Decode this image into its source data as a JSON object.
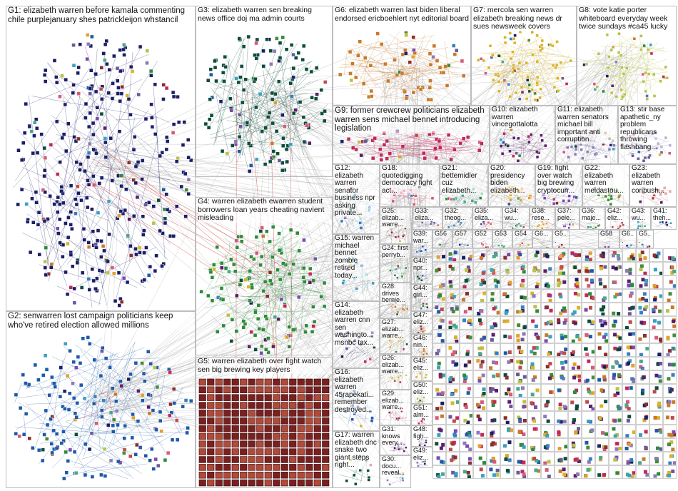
{
  "title": "",
  "accent_colors": {
    "G1": "#1b1f66",
    "G2": "#1e5aa8",
    "G3": "#0d4d3b",
    "G4": "#2e8b3a",
    "G5": "#8a2e2e",
    "G6": "#c87a2a",
    "G7": "#d8b42a",
    "G8": "#b9c24a",
    "G9": "#c2285a",
    "G10": "#5a1f6a",
    "G11": "#8c7ab8",
    "G13": "#6a5a9a",
    "edge": "#9a9a9a",
    "edge_red": "#d64040"
  },
  "groups": [
    {
      "id": "G1",
      "label": "G1: elizabeth warren before kamala commenting chile purplejanuary shes patrickleijon whstancil",
      "nodes": 340
    },
    {
      "id": "G2",
      "label": "G2: senwarren lost campaign politicians keep who've retired election allowed millions",
      "nodes": 170
    },
    {
      "id": "G3",
      "label": "G3: elizabeth warren sen breaking news office doj ma admin courts",
      "nodes": 140
    },
    {
      "id": "G4",
      "label": "G4: warren elizabeth ewarren student borrowers loan years cheating navient misleading",
      "nodes": 130
    },
    {
      "id": "G5",
      "label": "G5: warren elizabeth over fight watch sen big brewing key players",
      "nodes": 240
    },
    {
      "id": "G6",
      "label": "G6: elizabeth warren last biden liberal endorsed ericboehlert nyt editorial board",
      "nodes": 60
    },
    {
      "id": "G7",
      "label": "G7: mercola sen warren elizabeth breaking news dr sues newsweek covers",
      "nodes": 80
    },
    {
      "id": "G8",
      "label": "G8: vote katie porter whiteboard everyday week twice sundays #ca45 lucky",
      "nodes": 50
    },
    {
      "id": "G9",
      "label": "G9: former crewcrew politicians elizabeth warren sens michael bennet introducing legislation",
      "nodes": 45
    },
    {
      "id": "G10",
      "label": "G10: elizabeth warren vincegottalotta",
      "nodes": 25
    },
    {
      "id": "G11",
      "label": "G11: elizabeth warren senators michael bill important anti corruption...",
      "nodes": 30
    },
    {
      "id": "G13",
      "label": "G13: stir base apathetic_ny problem republicans throwing flashbang...",
      "nodes": 25
    },
    {
      "id": "G12",
      "label": "G12: elizabeth warren senator business npr asking private...",
      "nodes": 14
    },
    {
      "id": "G18",
      "label": "G18: quotedigging democracy fight act...",
      "nodes": 14
    },
    {
      "id": "G21",
      "label": "G21: bettemidler cuz elizabeth...",
      "nodes": 14
    },
    {
      "id": "G20",
      "label": "G20: presidency biden elizabeth...",
      "nodes": 14
    },
    {
      "id": "G19",
      "label": "G19: fight over watch big brewing cryptocurr...",
      "nodes": 14
    },
    {
      "id": "G22",
      "label": "G22: elizabeth warren meidastou...",
      "nodes": 12
    },
    {
      "id": "G23",
      "label": "G23: elizabeth warren coribush...",
      "nodes": 12
    },
    {
      "id": "G15",
      "label": "G15: warren michael bennet zombie retired today...",
      "nodes": 12
    },
    {
      "id": "G14",
      "label": "G14: elizabeth warren cnn sen washingto... msnbc tax...",
      "nodes": 12
    },
    {
      "id": "G16",
      "label": "G16: elizabeth warren 45rapekati... remember destroyed...",
      "nodes": 12
    },
    {
      "id": "G17",
      "label": "G17: warren elizabeth dnc snake two giant steps right...",
      "nodes": 12
    },
    {
      "id": "G24",
      "label": "G24: first perryb...",
      "nodes": 8
    },
    {
      "id": "G25",
      "label": "G25: elizab... warre...",
      "nodes": 8
    },
    {
      "id": "G28",
      "label": "G28: drives bernie...",
      "nodes": 8
    },
    {
      "id": "G27",
      "label": "G27: elizab... warre...",
      "nodes": 8
    },
    {
      "id": "G26",
      "label": "G26: elizab... warre...",
      "nodes": 8
    },
    {
      "id": "G29",
      "label": "G29: elizab... warre...",
      "nodes": 8
    },
    {
      "id": "G31",
      "label": "G31: knows every...",
      "nodes": 8
    },
    {
      "id": "G30",
      "label": "G30: docu... reveal...",
      "nodes": 8
    },
    {
      "id": "G33",
      "label": "G33: eliza...",
      "nodes": 6
    },
    {
      "id": "G32",
      "label": "G32: theog...",
      "nodes": 6
    },
    {
      "id": "G35",
      "label": "G35: eliza...",
      "nodes": 6
    },
    {
      "id": "G34",
      "label": "G34: wu...",
      "nodes": 6
    },
    {
      "id": "G38",
      "label": "G38: rese...",
      "nodes": 6
    },
    {
      "id": "G37",
      "label": "G37: pele...",
      "nodes": 6
    },
    {
      "id": "G36",
      "label": "G36: maje...",
      "nodes": 6
    },
    {
      "id": "G42",
      "label": "G42: eliz...",
      "nodes": 6
    },
    {
      "id": "G43",
      "label": "G43: wu...",
      "nodes": 6
    },
    {
      "id": "G41",
      "label": "G41: theh...",
      "nodes": 6
    },
    {
      "id": "G39",
      "label": "G39: war...",
      "nodes": 5
    },
    {
      "id": "G40",
      "label": "G40: npr...",
      "nodes": 5
    },
    {
      "id": "G44",
      "label": "G44: girl...",
      "nodes": 5
    },
    {
      "id": "G47",
      "label": "G47: eliz...",
      "nodes": 5
    },
    {
      "id": "G46",
      "label": "G46: nin...",
      "nodes": 5
    },
    {
      "id": "G45",
      "label": "G45: eliz...",
      "nodes": 5
    },
    {
      "id": "G50",
      "label": "G50: eliz...",
      "nodes": 5
    },
    {
      "id": "G51",
      "label": "G51: alm...",
      "nodes": 5
    },
    {
      "id": "G48",
      "label": "G48: figh...",
      "nodes": 5
    },
    {
      "id": "G49",
      "label": "G49: eliz...",
      "nodes": 5
    },
    {
      "id": "G56",
      "label": "G56",
      "nodes": 4
    },
    {
      "id": "G57",
      "label": "G57",
      "nodes": 4
    },
    {
      "id": "G52",
      "label": "G52",
      "nodes": 4
    },
    {
      "id": "G53",
      "label": "G53",
      "nodes": 4
    },
    {
      "id": "G54",
      "label": "G54",
      "nodes": 4
    },
    {
      "id": "G58",
      "label": "G58",
      "nodes": 4
    },
    {
      "id": "G6x",
      "label": "G6...",
      "nodes": 4
    },
    {
      "id": "G5x",
      "label": "G5...",
      "nodes": 4
    },
    {
      "id": "G6y",
      "label": "G6...",
      "nodes": 4
    },
    {
      "id": "G5y",
      "label": "G5...",
      "nodes": 4
    }
  ]
}
